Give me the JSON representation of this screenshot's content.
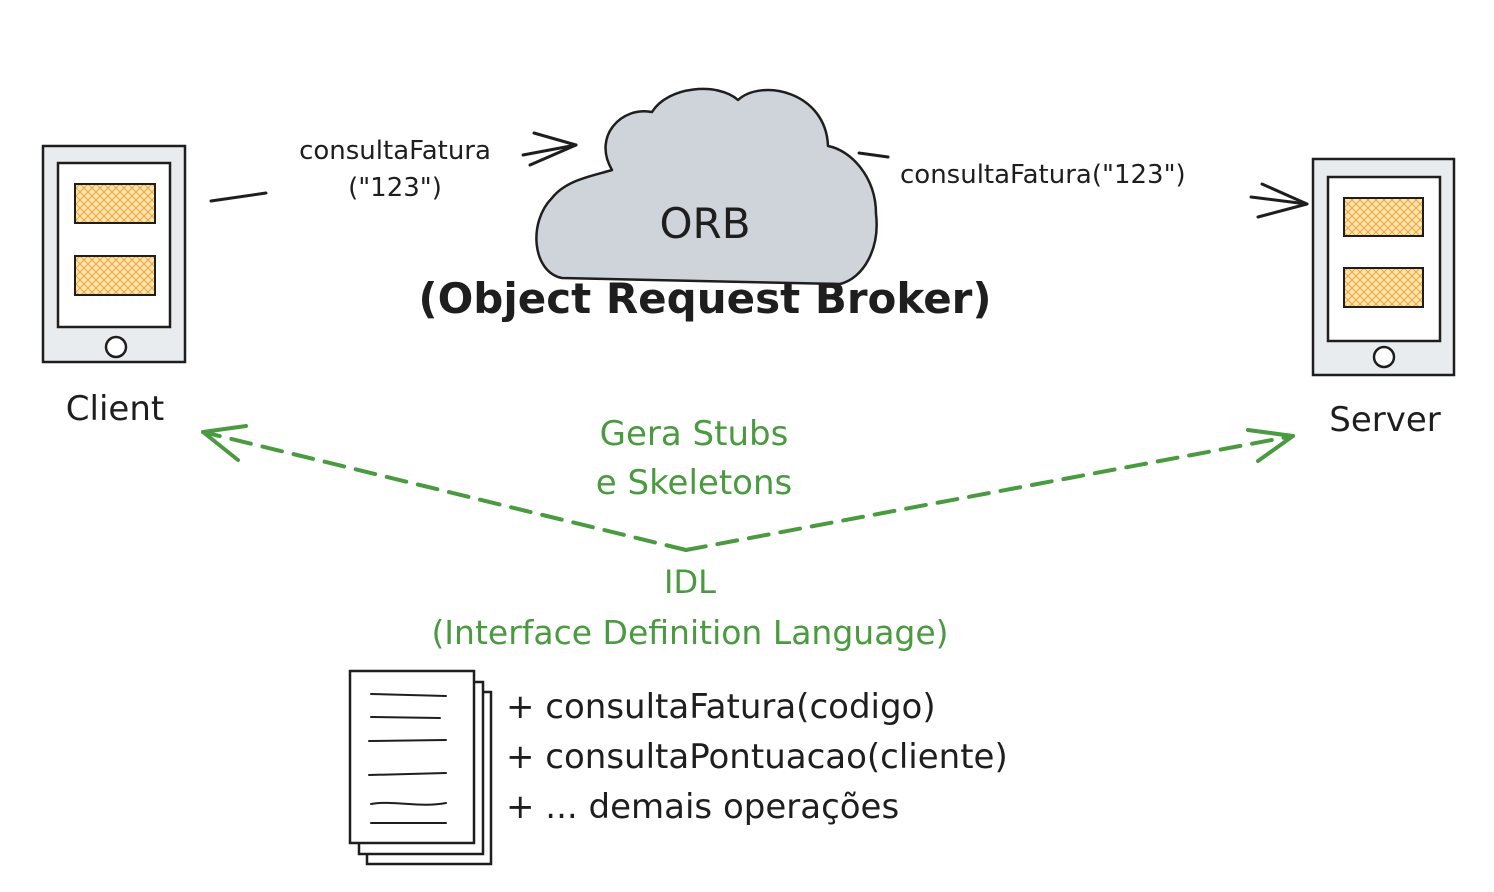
{
  "colors": {
    "ink": "#1e1e1e",
    "accent_green": "#4a9a3f",
    "cloud_fill": "#ced4da",
    "device_fill": "#e9ecef",
    "slot_fill": "#f5c46b"
  },
  "client": {
    "label": "Client",
    "icon": "mobile-device-icon"
  },
  "server": {
    "label": "Server",
    "icon": "mobile-device-icon"
  },
  "orb": {
    "label": "ORB",
    "full_name": "(Object Request Broker)",
    "icon": "cloud-icon"
  },
  "calls": {
    "client_to_orb_line1": "consultaFatura",
    "client_to_orb_line2": "(\"123\")",
    "orb_to_server": "consultaFatura(\"123\")"
  },
  "idl": {
    "title": "IDL",
    "full_name": "(Interface Definition Language)",
    "generates_line1": "Gera Stubs",
    "generates_line2": "e Skeletons",
    "icon": "document-stack-icon",
    "operations": [
      "+ consultaFatura(codigo)",
      "+ consultaPontuacao(cliente)",
      "+ ... demais operações"
    ]
  }
}
